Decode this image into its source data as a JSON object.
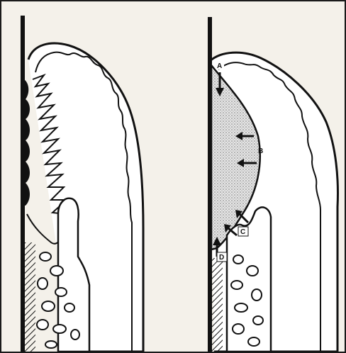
{
  "labels": {
    "A": "A",
    "B": "B",
    "C": "C",
    "D": "D"
  },
  "colors": {
    "ink": "#111111",
    "paper": "#f4f1ea",
    "stipple": "#9a9a9a"
  }
}
